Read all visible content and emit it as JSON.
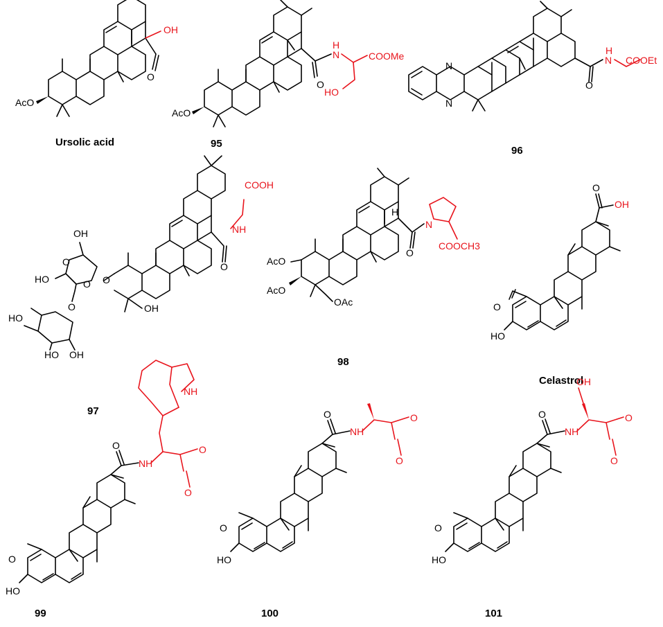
{
  "colors": {
    "bond": "#000000",
    "modification": "#e8141c",
    "background": "#ffffff"
  },
  "compounds": [
    {
      "id": "ursolic",
      "label": "Ursolic acid",
      "groups": [
        "AcO",
        "OH",
        "O"
      ]
    },
    {
      "id": "c95",
      "label": "95",
      "groups": [
        "AcO",
        "O",
        "N",
        "H",
        "COOMe",
        "HO"
      ]
    },
    {
      "id": "c96",
      "label": "96",
      "groups": [
        "N",
        "N",
        "O",
        "N",
        "H",
        "COOEt"
      ]
    },
    {
      "id": "c97",
      "label": "97",
      "groups": [
        "OH",
        "HO",
        "O",
        "O",
        "O",
        "O",
        "OH",
        "HO",
        "HO",
        "OH",
        "O",
        "NH",
        "COOH"
      ]
    },
    {
      "id": "c98",
      "label": "98",
      "groups": [
        "AcO",
        "AcO",
        "OAc",
        "H",
        "O",
        "N",
        "COOCH3"
      ]
    },
    {
      "id": "celastrol",
      "label": "Celastrol",
      "groups": [
        "O",
        "HO",
        "O",
        "OH"
      ]
    },
    {
      "id": "c99",
      "label": "99",
      "groups": [
        "O",
        "HO",
        "O",
        "NH",
        "NH",
        "O",
        "O"
      ]
    },
    {
      "id": "c100",
      "label": "100",
      "groups": [
        "O",
        "HO",
        "O",
        "NH",
        "O",
        "O"
      ]
    },
    {
      "id": "c101",
      "label": "101",
      "groups": [
        "O",
        "HO",
        "O",
        "NH",
        "OH",
        "O",
        "O"
      ]
    }
  ]
}
